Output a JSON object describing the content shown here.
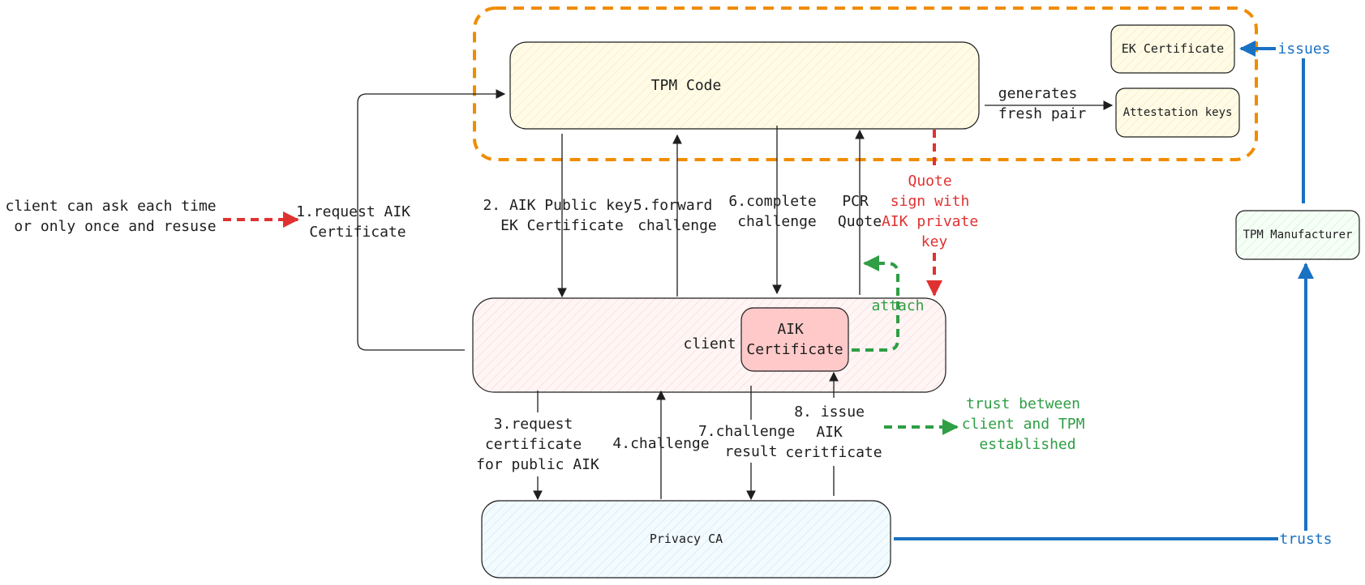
{
  "boxes": {
    "tpm_code": "TPM Code",
    "ek_certificate": "EK Certificate",
    "attestation_keys": "Attestation keys",
    "client": "client",
    "aik_certificate": [
      "AIK",
      "Certificate"
    ],
    "tpm_manufacturer": "TPM Manufacturer",
    "privacy_ca": "Privacy CA"
  },
  "labels": {
    "client_note": [
      "client can ask each time",
      "or only once and resuse"
    ],
    "step1": [
      "1.request AIK",
      "Certificate"
    ],
    "step2": [
      "2. AIK Public key",
      "EK Certificate"
    ],
    "step5": [
      "5.forward",
      "challenge"
    ],
    "step6": [
      "6.complete",
      "challenge"
    ],
    "pcr_quote": [
      "PCR",
      "Quote"
    ],
    "quote_sign": [
      "Quote",
      "sign with",
      "AIK private",
      "key"
    ],
    "attach": "attach",
    "generates": [
      "generates",
      "fresh pair"
    ],
    "issues": "issues",
    "trusts": "trusts",
    "step3": [
      "3.request",
      "certificate",
      "for public AIK"
    ],
    "step4": "4.challenge",
    "step7": [
      "7.challenge",
      "result"
    ],
    "step8": [
      "8. issue",
      "AIK",
      "ceritficate"
    ],
    "trust_established": [
      "trust between",
      "client and TPM",
      "established"
    ]
  },
  "colors": {
    "red": "#e03131",
    "green": "#2f9e44",
    "blue": "#1971c2",
    "orange": "#f08c00",
    "ink": "#1e1e1e"
  }
}
